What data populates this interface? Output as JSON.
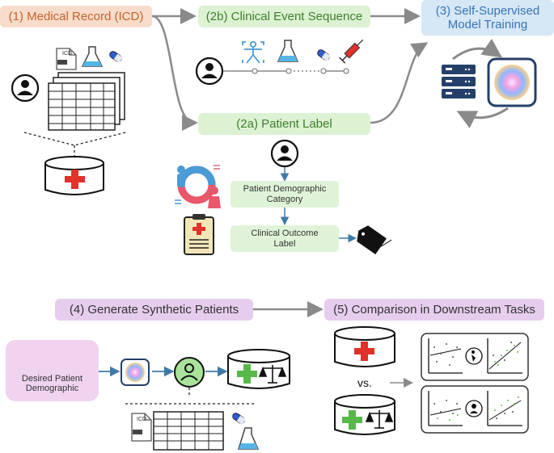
{
  "boxes": {
    "medical_record": "(1) Medical Record (ICD)",
    "event_sequence": "(2b) Clinical Event Sequence",
    "self_supervised_line1": "(3) Self-Supervised",
    "self_supervised_line2": "Model Training",
    "patient_label": "(2a) Patient Label",
    "demographic_line1": "Patient Demographic",
    "demographic_line2": "Category",
    "outcome_line1": "Clinical Outcome",
    "outcome_line2": "Label",
    "generate": "(4) Generate Synthetic Patients",
    "comparison": "(5) Comparison in Downstream Tasks",
    "desired_line1": "Desired Patient",
    "desired_line2": "Demographic"
  },
  "labels": {
    "icd": "ICD",
    "icd_bottom": "ICD",
    "vs": "vs."
  },
  "colors": {
    "orange_box": "#f8dccb",
    "green_box": "#dcf2d3",
    "blue_box": "#d6e7f6",
    "purple_box": "#e6cdee",
    "arrow": "#8a8a8a",
    "blue_arrow": "#3d7aa8",
    "red_cross": "#e0312a",
    "green_cross": "#58b84a"
  },
  "icons": [
    "doctor-icon",
    "document-icon",
    "flask-icon",
    "pill-icon",
    "syringe-icon",
    "server-icon",
    "model-blob-icon",
    "database-icon",
    "tag-icon",
    "clipboard-icon",
    "donut-chart-icon",
    "scatter-plot-icon",
    "balance-scale-icon"
  ]
}
